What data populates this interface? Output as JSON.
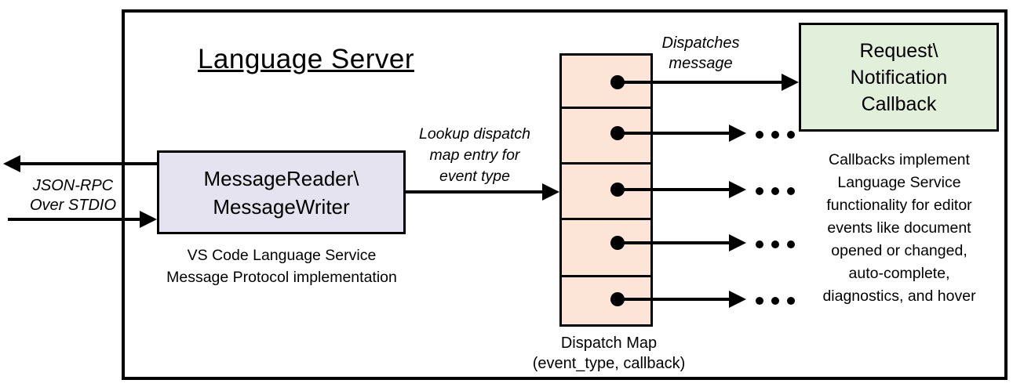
{
  "title": "Language Server",
  "colors": {
    "border": "#000000",
    "reader_fill": "#e5e3ef",
    "map_fill": "#fce4d6",
    "callback_fill": "#e2efda"
  },
  "reader": {
    "line1": "MessageReader\\",
    "line2": "MessageWriter",
    "caption_line1": "VS Code Language Service",
    "caption_line2": "Message Protocol implementation"
  },
  "left_io": {
    "label_line1": "JSON-RPC",
    "label_line2": "Over STDIO"
  },
  "lookup_label": {
    "line1": "Lookup dispatch",
    "line2": "map entry for",
    "line3": "event type"
  },
  "dispatch_label": {
    "line1": "Dispatches",
    "line2": "message"
  },
  "dispatch_map": {
    "row_count": 5,
    "caption_line1": "Dispatch Map",
    "caption_line2": "(event_type, callback)"
  },
  "callback_box": {
    "line1": "Request\\",
    "line2": "Notification",
    "line3": "Callback"
  },
  "right_note": {
    "lines": [
      "Callbacks implement",
      "Language Service",
      "functionality for editor",
      "events like document",
      "opened or changed,",
      "auto-complete,",
      "diagnostics, and hover"
    ]
  }
}
